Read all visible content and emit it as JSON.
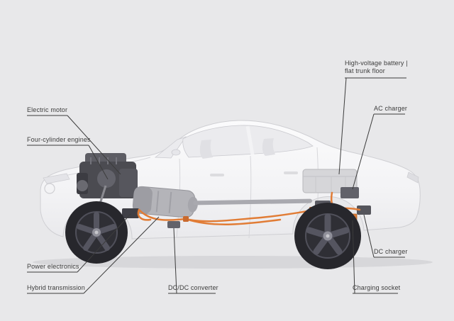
{
  "diagram": {
    "type": "vehicle-cutaway",
    "subject": "plug-in-hybrid-sedan-drivetrain",
    "labels": [
      {
        "id": "electric-motor",
        "text": "Electric motor"
      },
      {
        "id": "four-cylinder-engines",
        "text": "Four-cylinder engines"
      },
      {
        "id": "power-electronics",
        "text": "Power electronics"
      },
      {
        "id": "hybrid-transmission",
        "text": "Hybrid transmission"
      },
      {
        "id": "dcdc-converter",
        "text": "DC/DC converter"
      },
      {
        "id": "charging-socket",
        "text": "Charging socket"
      },
      {
        "id": "dc-charger",
        "text": "DC charger"
      },
      {
        "id": "ac-charger",
        "text": "AC charger"
      },
      {
        "id": "high-voltage-battery",
        "line1": "High-voltage battery |",
        "line2": "flat trunk floor"
      }
    ],
    "colors": {
      "background": "#e8e8ea",
      "car_body": "#f5f5f7",
      "hv_cable_orange": "#e17c35",
      "leader_line": "#3c3c3c",
      "label_text": "#3c3c3c"
    }
  }
}
